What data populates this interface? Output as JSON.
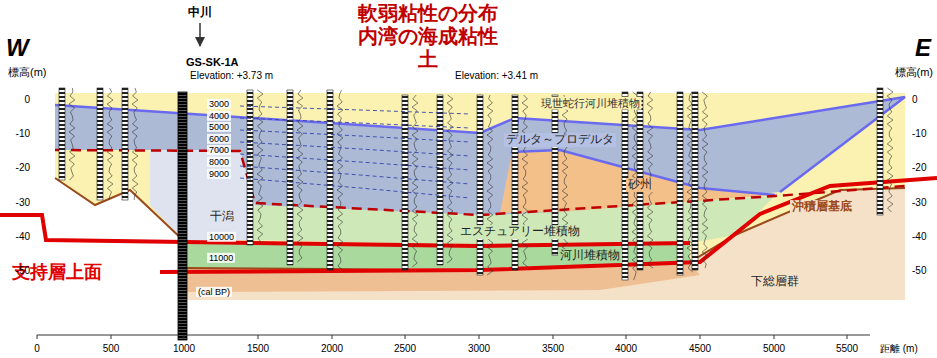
{
  "diagram": {
    "title": "軟弱粘性の分布 内湾の海成粘性土",
    "labels": [
      "W",
      "E",
      "標高(m)",
      "標高(m)",
      "中川",
      "GS-SK-1A",
      "Elevation: +3.73 m",
      "Elevation: +3.41 m",
      "3000",
      "4000",
      "5000",
      "6000",
      "7000",
      "8000",
      "9000",
      "10000",
      "11000",
      "(cal BP)",
      "現世蛇行河川堆積物",
      "デルタ～プロデルタ",
      "砂州",
      "干潟",
      "エスチュアリー堆積物",
      "沖積層基底",
      "河川堆積物",
      "下総層群",
      "支持層上面",
      "0",
      "-10",
      "-20",
      "-30",
      "-40",
      "-50",
      "0",
      "-10",
      "-20",
      "-30",
      "-40",
      "-50",
      "0",
      "500",
      "1000",
      "1500",
      "2000",
      "2500",
      "3000",
      "3500",
      "4000",
      "4500",
      "5000",
      "5500",
      "距離 (m)"
    ]
  }
}
